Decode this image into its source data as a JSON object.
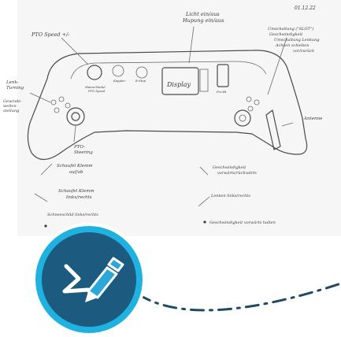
{
  "sketch": {
    "date": "01.12.22",
    "labels": {
      "light": "Licht ein/aus\nHupung ein/aus",
      "pto_speed": "PTO Speed +/-",
      "steering": "Lenk-\nTurning",
      "emergency_stop": "Gewinde-\nwellen-\nstellung",
      "pto_steering": "PTO-\nSteering",
      "display": "Display",
      "top_right": "Umschaltung (\"SLOT\")\nGeschwindigkeit\nUmschaltung Lenkung\nAchsen schieben\nvor/zurück",
      "antenna": "Antenne",
      "note1": "Schaufel Klemm\nauf/ab",
      "note2": "Schaufel Klemm\nlinks/rechts",
      "note3": "Schneeschild links/rechts",
      "note4": "Geschwindigkeit\nvorwärts/rückwärts",
      "note5": "Lenken links/rechts",
      "note6": "Geschwindigkeit vorwärts halten",
      "button_labels": [
        "Mama-Modul\nPTO Speed",
        "Koppler",
        "E-Stop",
        "Pro-Bt"
      ]
    }
  },
  "badge": {
    "icon": "pen-edit-icon",
    "bg_color": "#1d5a80",
    "ring_color": "#1fb1e0",
    "accent_color": "#2ba8d8"
  },
  "colors": {
    "pencil": "#4a4a4a",
    "dash": "#1f4a66"
  }
}
